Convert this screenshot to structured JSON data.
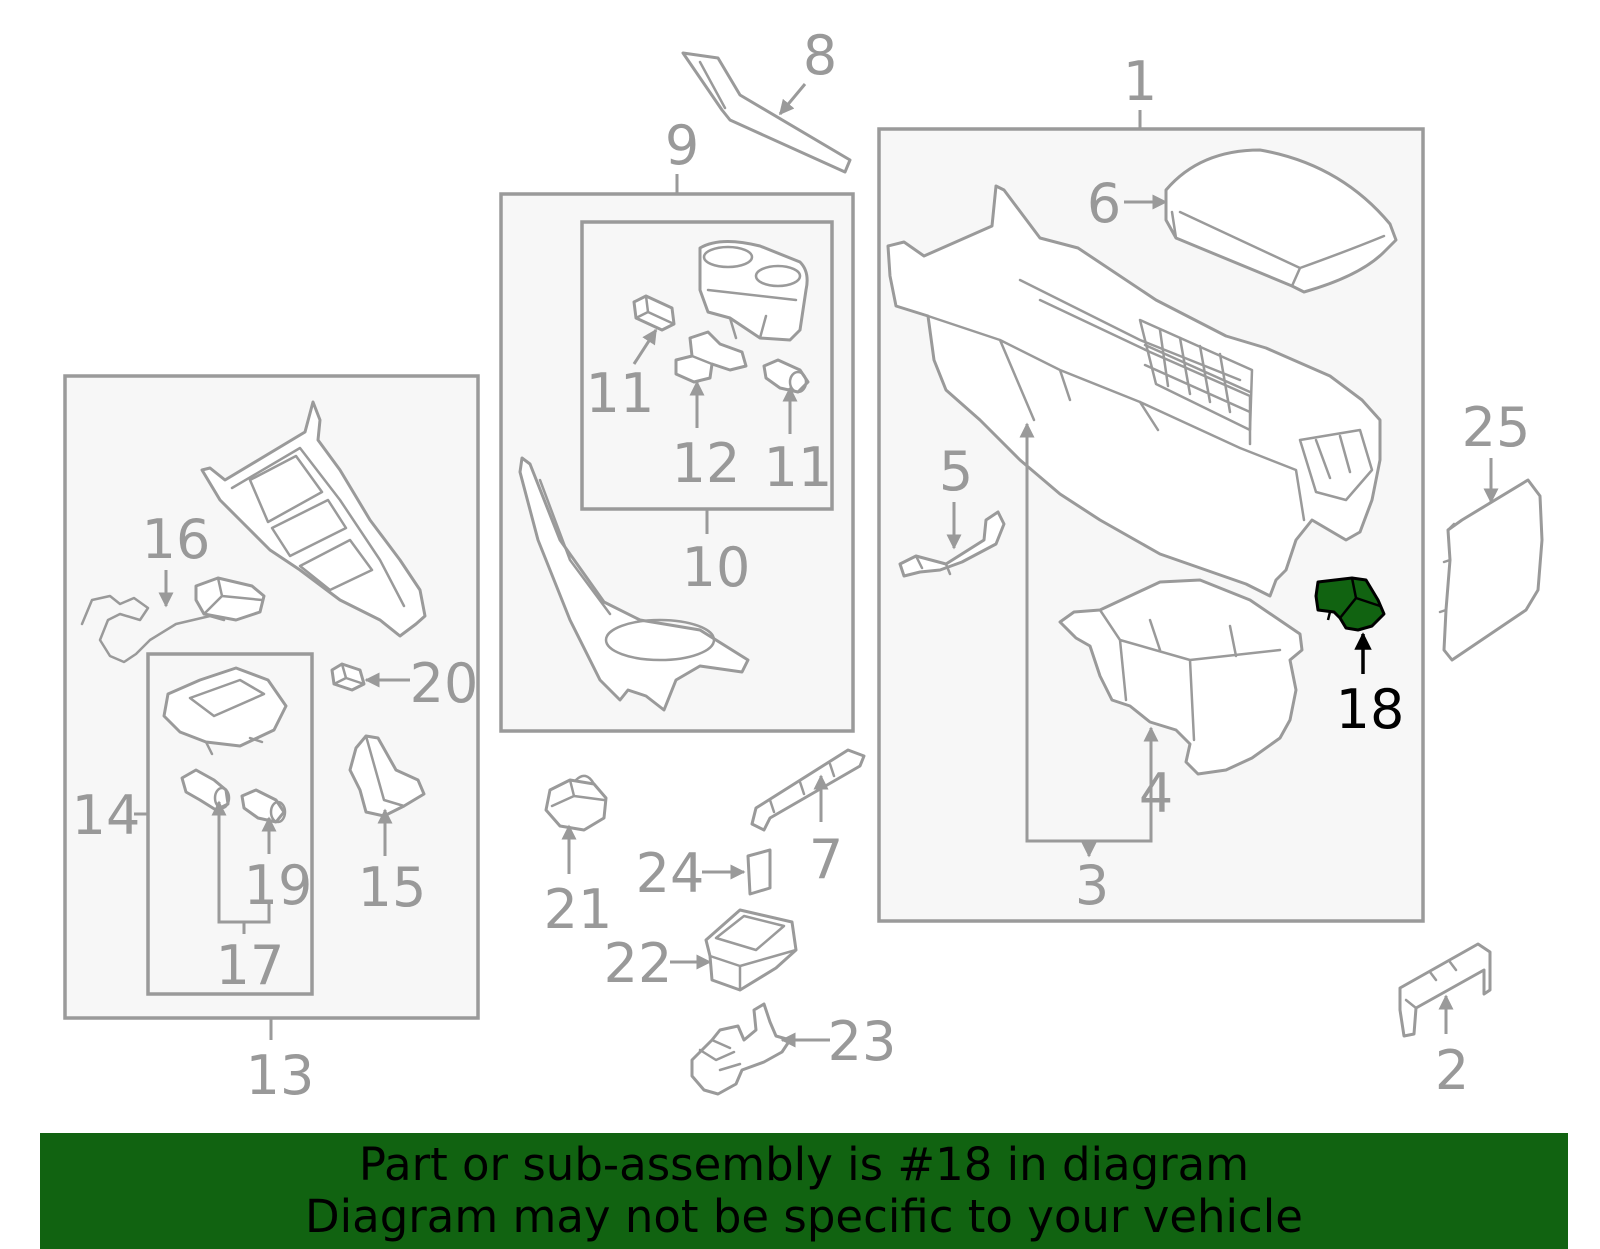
{
  "diagram": {
    "highlight_color": "#116311",
    "highlighted_part": "18",
    "callouts": {
      "c1": "1",
      "c2": "2",
      "c3": "3",
      "c4": "4",
      "c5": "5",
      "c6": "6",
      "c7": "7",
      "c8": "8",
      "c9": "9",
      "c10": "10",
      "c11a": "11",
      "c11b": "11",
      "c12": "12",
      "c13": "13",
      "c14": "14",
      "c15": "15",
      "c16": "16",
      "c17": "17",
      "c18": "18",
      "c19": "19",
      "c20": "20",
      "c21": "21",
      "c22": "22",
      "c23": "23",
      "c24": "24",
      "c25": "25"
    }
  },
  "banner": {
    "line1": "Part or sub-assembly is #18 in diagram",
    "line2": "Diagram may not be specific to your vehicle",
    "background": "#116311"
  }
}
